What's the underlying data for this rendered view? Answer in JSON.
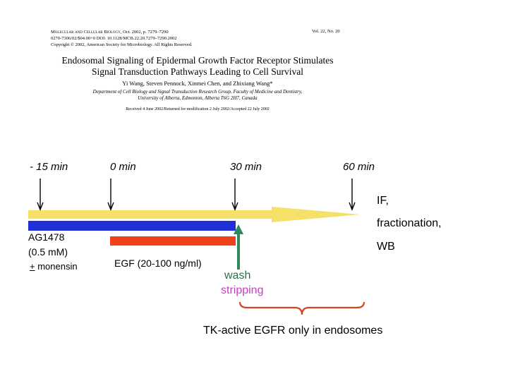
{
  "paper": {
    "journal_name": "Molecular and Cellular Biology",
    "journal_date_pages": ", Oct. 2002, p. 7279–7290",
    "issn_doi": "0270-7306/02/$04.00+0   DOI: 10.1128/MCB.22.20.7279–7290.2002",
    "copyright": "Copyright © 2002, American Society for Microbiology. All Rights Reserved.",
    "volume": "Vol. 22, No. 20",
    "title_line1": "Endosomal Signaling of Epidermal Growth Factor Receptor Stimulates",
    "title_line2": "Signal Transduction Pathways Leading to Cell Survival",
    "authors": "Yi Wang, Steven Pennock, Xinmei Chen, and Zhixiang Wang*",
    "department_line1": "Department of Cell Biology and Signal Transduction Research Group, Faculty of Medicine and Dentistry,",
    "department_line2": "University of Alberta, Edmonton, Alberta T6G 2H7, Canada",
    "received": "Received 4 June 2002/Returned for modification 2 July 2002/Accepted 22 July 2002"
  },
  "timeline": {
    "t_minus15": "- 15 min",
    "t_0": "0 min",
    "t_30": "30 min",
    "t_60": "60 min"
  },
  "labels": {
    "if": "IF,",
    "fractionation": "fractionation,",
    "wb": "WB",
    "ag1478": "AG1478",
    "ag_conc": "(0.5 mM)",
    "plus_minus": "+",
    "monensin": " monensin",
    "egf": "EGF (20-100 ng/ml)",
    "wash": "wash",
    "stripping": "stripping",
    "tk_active": "TK-active EGFR only in endosomes"
  },
  "colors": {
    "timeline_arrow": "#f5e06a",
    "ag1478_bar": "#1f2fd6",
    "egf_bar": "#f0401c",
    "wash_arrow": "#2d8a5e",
    "wash_text": "#2d6b4a",
    "stripping_text": "#c83cc8",
    "brace": "#d4471e"
  }
}
